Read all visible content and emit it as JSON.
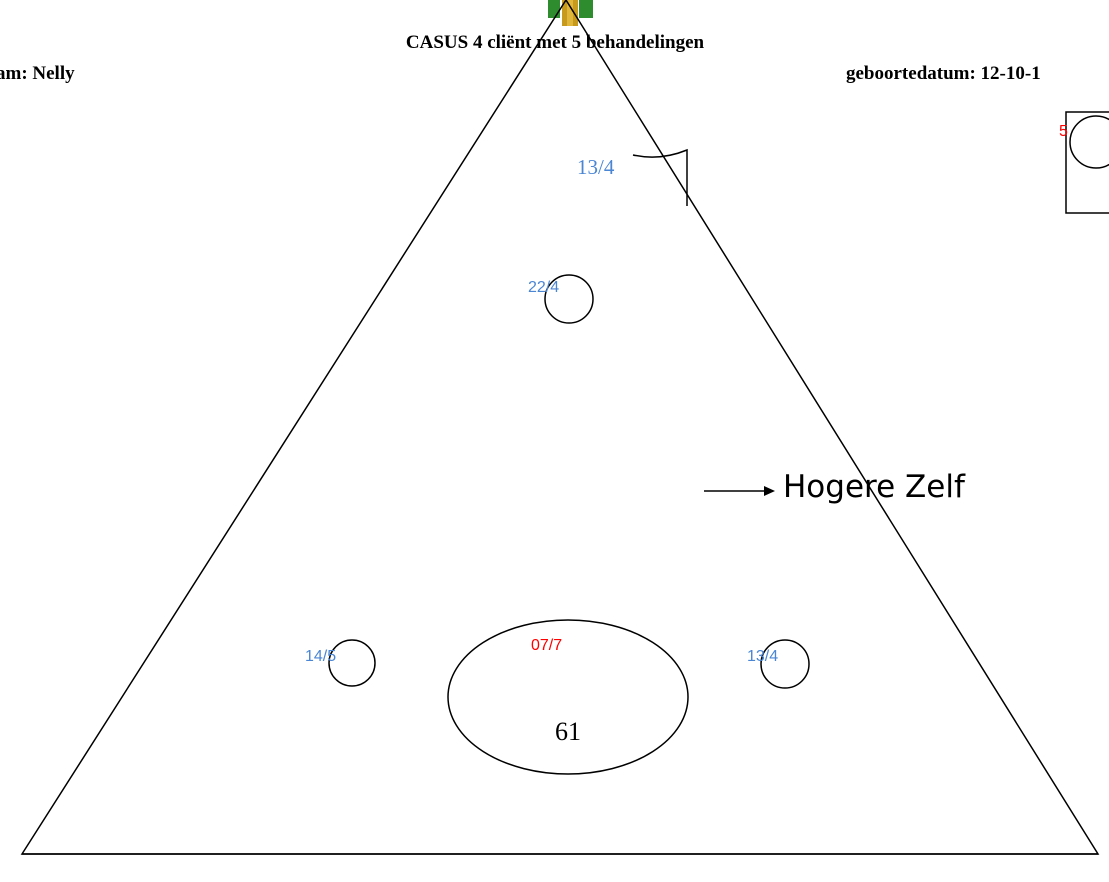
{
  "header": {
    "title": "CASUS 4 cliënt met 5 behandelingen",
    "name_label": "am: Nelly",
    "birthdate_label": "geboortedatum: 12-10-1"
  },
  "diagram": {
    "apex_date": "13/4",
    "upper_circle_date": "22/4",
    "left_circle_date": "14/5",
    "right_circle_date": "13/4",
    "ellipse_date": "07/7",
    "ellipse_value": "61",
    "side_box_date": "5",
    "arrow_label": "Hogere Zelf"
  },
  "colors": {
    "blue_text": "#4a86d4",
    "red_text": "#ff0000",
    "line": "#000000"
  }
}
